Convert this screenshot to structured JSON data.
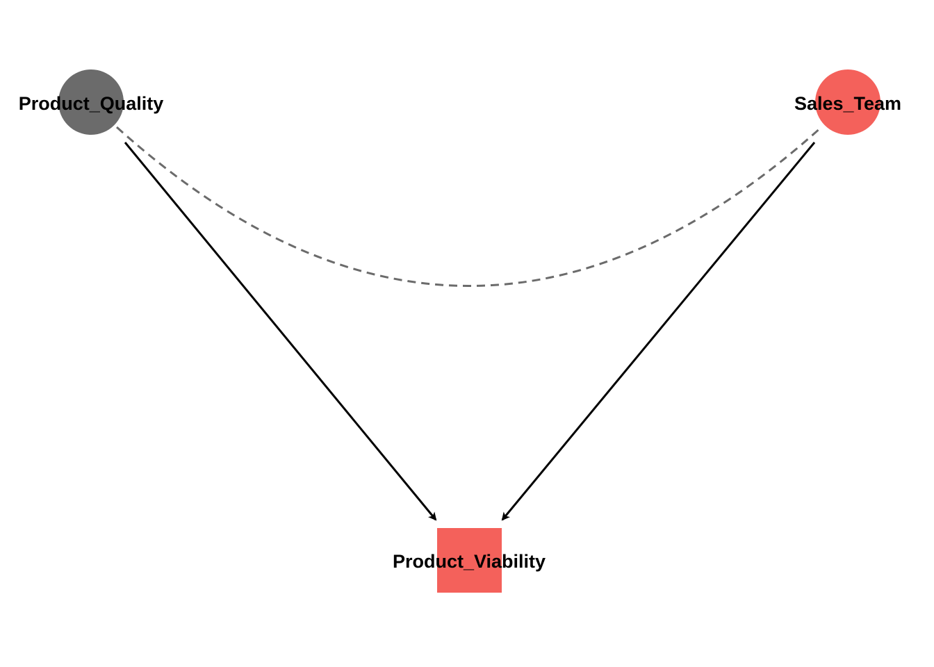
{
  "nodes": [
    {
      "id": "quality",
      "label": "Product_Quality",
      "shape": "circle",
      "color": "#6b6b6b"
    },
    {
      "id": "sales",
      "label": "Sales_Team",
      "shape": "circle",
      "color": "#f4615b"
    },
    {
      "id": "viability",
      "label": "Product_Viability",
      "shape": "square",
      "color": "#f4615b"
    }
  ],
  "edges": [
    {
      "from": "quality",
      "to": "viability",
      "style": "solid",
      "color": "#000000",
      "directed": true
    },
    {
      "from": "sales",
      "to": "viability",
      "style": "solid",
      "color": "#000000",
      "directed": true
    },
    {
      "from": "quality",
      "to": "sales",
      "style": "dashed",
      "color": "#6b6b6b",
      "directed": false,
      "curved": true
    }
  ]
}
